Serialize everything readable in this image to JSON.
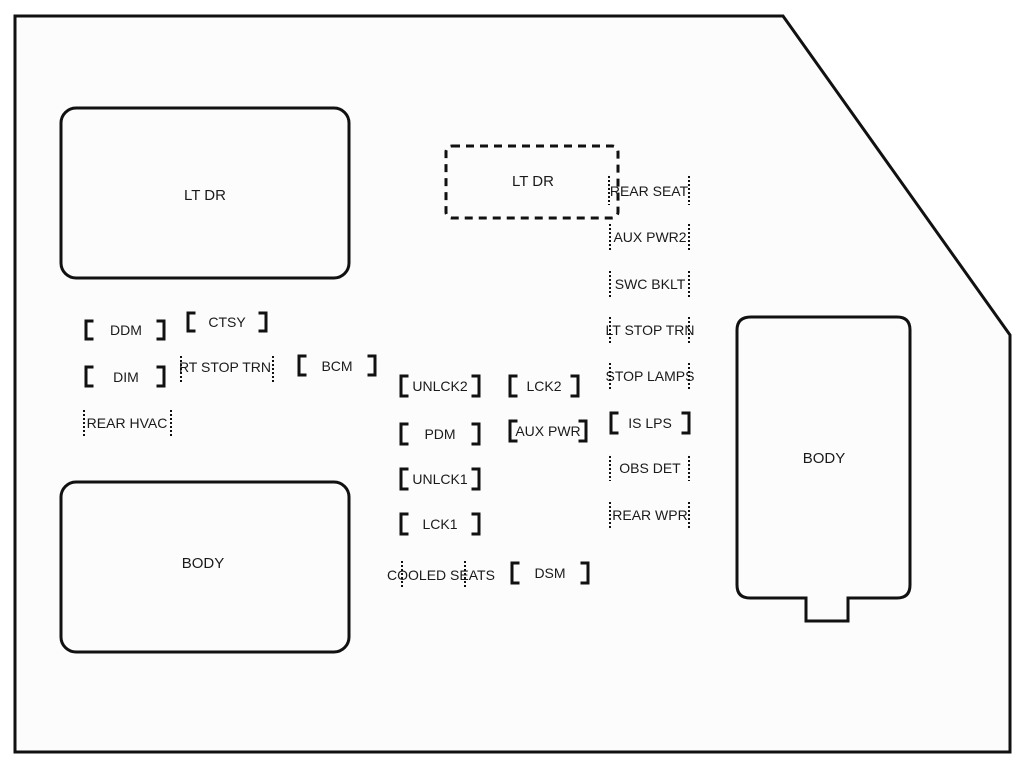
{
  "panel": {
    "relays": {
      "lt_dr_top_left": "LT DR",
      "body_bottom_left": "BODY",
      "lt_dr_center": "LT DR",
      "body_right": "BODY"
    },
    "fuses": {
      "ddm": "DDM",
      "ctsy": "CTSY",
      "dim": "DIM",
      "rt_stop_trn": "RT STOP TRN",
      "bcm": "BCM",
      "rear_hvac": "REAR HVAC",
      "unlck2": "UNLCK2",
      "lck2": "LCK2",
      "pdm": "PDM",
      "aux_pwr": "AUX PWR",
      "unlck1": "UNLCK1",
      "lck1": "LCK1",
      "cooled_seats": "COOLED SEATS",
      "dsm": "DSM",
      "rear_seat": "REAR SEAT",
      "aux_pwr2": "AUX PWR2",
      "swc_bklt": "SWC BKLT",
      "lt_stop_trn": "LT STOP TRN",
      "stop_lamps": "STOP LAMPS",
      "is_lps": "IS LPS",
      "obs_det": "OBS DET",
      "rear_wpr": "REAR WPR"
    }
  }
}
